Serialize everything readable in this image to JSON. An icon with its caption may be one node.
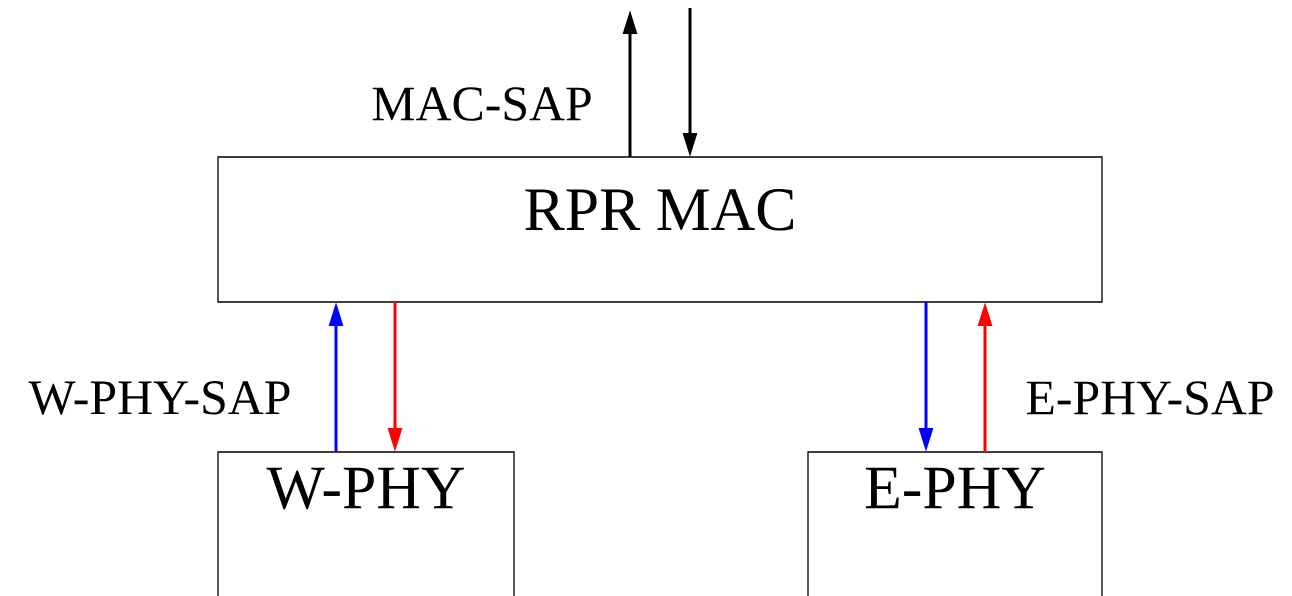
{
  "diagram": {
    "nodes": [
      {
        "text": [
          "RPR MAC"
        ]
      },
      {
        "text": [
          "W-PHY"
        ]
      },
      {
        "text": [
          "E-PHY"
        ]
      }
    ],
    "edges": [
      {
        "from": 0,
        "to": null,
        "arrow": "to"
      },
      {
        "from": null,
        "to": 0,
        "arrow": "to"
      },
      {
        "from": 1,
        "to": 0,
        "arrow": "to",
        "color": "#0000ff"
      },
      {
        "from": 0,
        "to": 1,
        "arrow": "to",
        "color": "#ff0000"
      },
      {
        "from": 0,
        "to": 2,
        "arrow": "to",
        "color": "#0000ff"
      },
      {
        "from": 2,
        "to": 0,
        "arrow": "to",
        "color": "#ff0000"
      }
    ],
    "labels": [
      "MAC-SAP",
      "W-PHY-SAP",
      "E-PHY-SAP"
    ]
  }
}
